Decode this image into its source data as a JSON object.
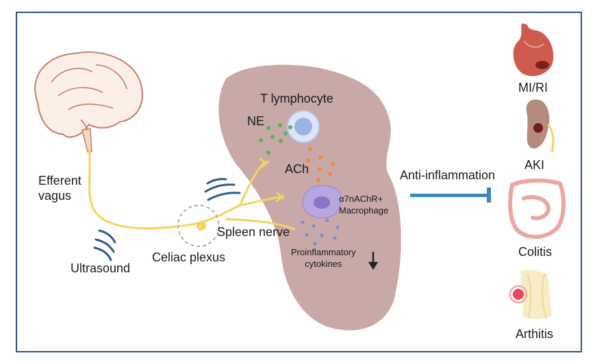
{
  "labels": {
    "efferent_vagus": [
      "Efferent",
      "vagus"
    ],
    "ultrasound": "Ultrasound",
    "celiac_plexus": "Celiac plexus",
    "spleen_nerve": "Spleen nerve",
    "t_lymphocyte": "T lymphocyte",
    "ne": "NE",
    "ach": "ACh",
    "receptor_macrophage": [
      "α7nAChR+",
      "Macrophage"
    ],
    "proinflammatory": [
      "Proinflammatory",
      "cytokines"
    ],
    "anti_inflammation": "Anti-inflammation"
  },
  "organs": [
    {
      "name": "MI/RI",
      "icon": "heart-icon"
    },
    {
      "name": "AKI",
      "icon": "kidney-icon"
    },
    {
      "name": "Colitis",
      "icon": "intestine-icon"
    },
    {
      "name": "Arthitis",
      "icon": "knee-joint-icon"
    }
  ],
  "colors": {
    "frame": "#2b4f86",
    "spleen": "#c9a8a8",
    "nerve": "#f3d45e",
    "ultrasound_waves": "#2e5a8e",
    "inhibit_arrow": "#3a86c0",
    "ne_dots": "#5bb05b",
    "ach_dots": "#f08a3c",
    "cytokine_dots": "#7a8fd0"
  }
}
